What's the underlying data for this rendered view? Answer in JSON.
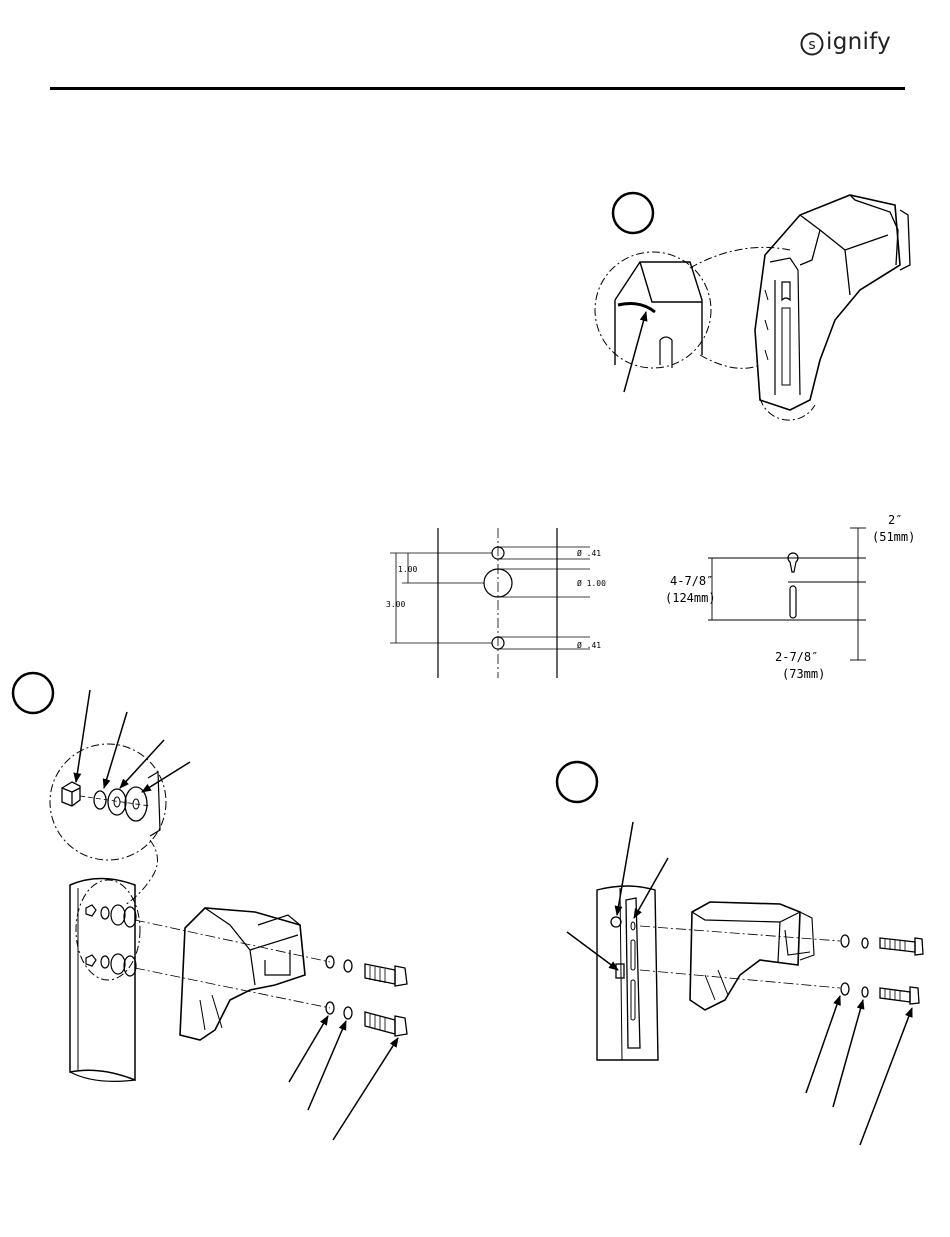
{
  "header": {
    "brand": "ignify",
    "brand_s": "s"
  },
  "hole_pattern": {
    "dim_spacing": "1.00",
    "dim_total": "3.00",
    "dia_small_top": "Ø .41",
    "dia_large": "Ø 1.00",
    "dia_small_bottom": "Ø .41"
  },
  "slot_pattern": {
    "top_in": "2″",
    "top_mm": "(51mm)",
    "mid_in": "4-7/8″",
    "mid_mm": "(124mm)",
    "bottom_in": "2-7/8″",
    "bottom_mm": "(73mm)"
  },
  "colors": {
    "ink": "#000000",
    "paper": "#ffffff",
    "logo": "#222222"
  }
}
